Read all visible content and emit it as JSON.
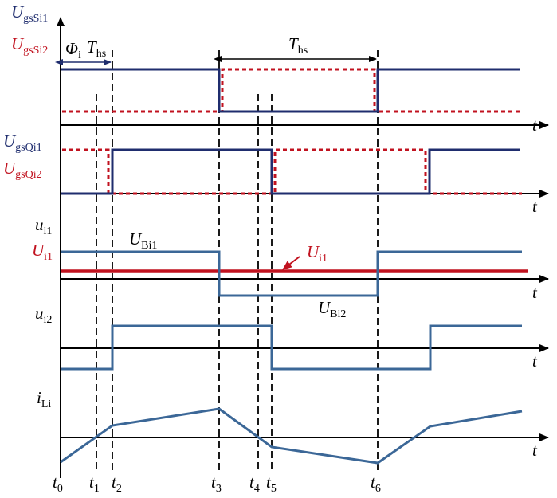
{
  "colors": {
    "navy": "#1f2d6e",
    "red": "#c1121f",
    "blue": "#3b6797",
    "axis": "#000000"
  },
  "labels": {
    "ugs_si1_main": "U",
    "ugs_si1_sub": "gsSi1",
    "ugs_si2_main": "U",
    "ugs_si2_sub": "gsSi2",
    "phi": "Φ",
    "phi_sub": "i",
    "ths_left_main": "T",
    "ths_left_sub": "hs",
    "ths_top_main": "T",
    "ths_top_sub": "hs",
    "ugs_qi1_main": "U",
    "ugs_qi1_sub": "gsQi1",
    "ugs_qi2_main": "U",
    "ugs_qi2_sub": "gsQi2",
    "ui1_axis_main": "u",
    "ui1_axis_sub": "i1",
    "ui1_level_main": "U",
    "ui1_level_sub": "i1",
    "ubi1_main": "U",
    "ubi1_sub": "Bi1",
    "ui1_arrow_main": "U",
    "ui1_arrow_sub": "i1",
    "ubi2_main": "U",
    "ubi2_sub": "Bi2",
    "ui2_axis_main": "u",
    "ui2_axis_sub": "i2",
    "ili_main": "i",
    "ili_sub": "Li",
    "t_axis": "t"
  },
  "time_labels": [
    {
      "main": "t",
      "sub": "0"
    },
    {
      "main": "t",
      "sub": "1"
    },
    {
      "main": "t",
      "sub": "2"
    },
    {
      "main": "t",
      "sub": "3"
    },
    {
      "main": "t",
      "sub": "4"
    },
    {
      "main": "t",
      "sub": "5"
    },
    {
      "main": "t",
      "sub": "6"
    }
  ]
}
